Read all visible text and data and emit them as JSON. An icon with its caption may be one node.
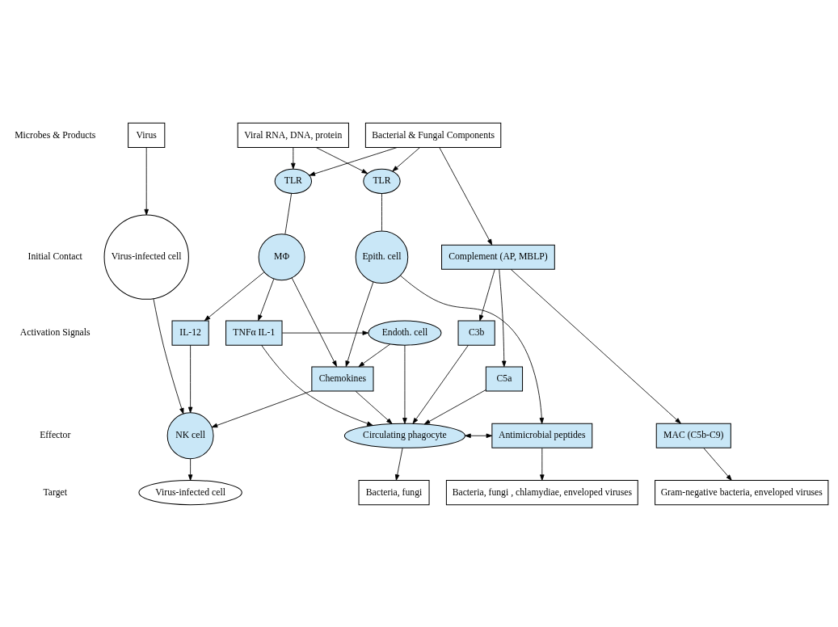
{
  "diagram": {
    "nodes": [
      {
        "text": [
          "Virus"
        ]
      },
      {
        "text": [
          "Viral RNA, DNA, protein"
        ]
      },
      {
        "text": [
          "Bacterial & Fungal Components"
        ]
      },
      {
        "text": [
          "TLR"
        ]
      },
      {
        "text": [
          "TLR"
        ]
      },
      {
        "text": [
          "Virus-infected cell"
        ]
      },
      {
        "text": [
          "MΦ"
        ]
      },
      {
        "text": [
          "Epith. cell"
        ]
      },
      {
        "text": [
          "Complement (AP, MBLP)"
        ]
      },
      {
        "text": [
          "IL-12"
        ]
      },
      {
        "text": [
          "TNFα IL-1"
        ]
      },
      {
        "text": [
          "Endoth. cell"
        ]
      },
      {
        "text": [
          "C3b"
        ]
      },
      {
        "text": [
          "Chemokines"
        ]
      },
      {
        "text": [
          "C5a"
        ]
      },
      {
        "text": [
          "NK cell"
        ]
      },
      {
        "text": [
          "Circulating phagocyte"
        ]
      },
      {
        "text": [
          "Antimicrobial peptides"
        ]
      },
      {
        "text": [
          "MAC (C5b-C9)"
        ]
      },
      {
        "text": [
          "Virus-infected cell"
        ]
      },
      {
        "text": [
          "Bacteria, fungi"
        ]
      },
      {
        "text": [
          "Bacteria, fungi , chlamydiae, enveloped viruses"
        ]
      },
      {
        "text": [
          "Gram-negative bacteria, enveloped viruses"
        ]
      }
    ],
    "edges": [
      {
        "from": 0,
        "to": 5,
        "arrow": "to"
      },
      {
        "from": 1,
        "to": 3,
        "arrow": "to"
      },
      {
        "from": 1,
        "to": 4,
        "arrow": "to"
      },
      {
        "from": 2,
        "to": 3,
        "arrow": "to"
      },
      {
        "from": 2,
        "to": 4,
        "arrow": "to"
      },
      {
        "from": 2,
        "to": 8,
        "arrow": "to"
      },
      {
        "from": 3,
        "to": 6,
        "arrow": "none"
      },
      {
        "from": 4,
        "to": 7,
        "arrow": "none"
      },
      {
        "from": 6,
        "to": 9,
        "arrow": "to"
      },
      {
        "from": 6,
        "to": 10,
        "arrow": "to"
      },
      {
        "from": 6,
        "to": 13,
        "arrow": "to"
      },
      {
        "from": 7,
        "to": 13,
        "arrow": "to"
      },
      {
        "from": 7,
        "to": 17,
        "arrow": "to"
      },
      {
        "from": 8,
        "to": 12,
        "arrow": "to"
      },
      {
        "from": 8,
        "to": 14,
        "arrow": "to"
      },
      {
        "from": 8,
        "to": 18,
        "arrow": "to"
      },
      {
        "from": 10,
        "to": 11,
        "arrow": "to"
      },
      {
        "from": 11,
        "to": 13,
        "arrow": "to"
      },
      {
        "from": 5,
        "to": 15,
        "arrow": "to"
      },
      {
        "from": 9,
        "to": 15,
        "arrow": "to"
      },
      {
        "from": 13,
        "to": 15,
        "arrow": "to"
      },
      {
        "from": 10,
        "to": 16,
        "arrow": "to"
      },
      {
        "from": 11,
        "to": 16,
        "arrow": "to"
      },
      {
        "from": 13,
        "to": 16,
        "arrow": "to"
      },
      {
        "from": 12,
        "to": 16,
        "arrow": "to"
      },
      {
        "from": 14,
        "to": 16,
        "arrow": "to"
      },
      {
        "from": 16,
        "to": 17,
        "arrow": "both"
      },
      {
        "from": 15,
        "to": 19,
        "arrow": "to"
      },
      {
        "from": 16,
        "to": 20,
        "arrow": "to"
      },
      {
        "from": 17,
        "to": 21,
        "arrow": "to"
      },
      {
        "from": 18,
        "to": 22,
        "arrow": "to"
      }
    ],
    "labels": [
      "Microbes & Products",
      "Initial Contact",
      "Activation Signals",
      "Effector",
      "Target"
    ]
  }
}
